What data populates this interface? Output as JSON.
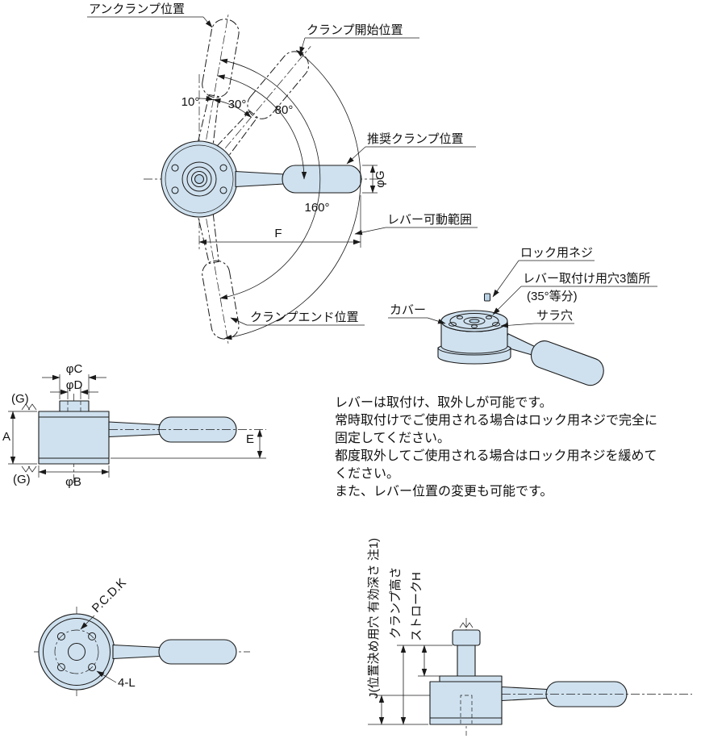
{
  "colors": {
    "part-fill": "#cfe1ef",
    "part-fill-dark": "#b8d1e5",
    "line": "#1a1a1a",
    "background": "#ffffff"
  },
  "main_view": {
    "labels": {
      "unclamp": "アンクランプ位置",
      "clamp_start": "クランプ開始位置",
      "recommended_clamp": "推奨クランプ位置",
      "lever_range": "レバー可動範囲",
      "clamp_end": "クランプエンド位置"
    },
    "angles": {
      "a10": "10°",
      "a30": "30°",
      "a80": "80°",
      "a160": "160°"
    },
    "dims": {
      "phi_g": "φG",
      "f": "F"
    }
  },
  "iso_view": {
    "labels": {
      "lock_screw": "ロック用ネジ",
      "mount_holes": "レバー取付け用穴3箇所",
      "division": "(35°等分)",
      "countersink": "サラ穴",
      "cover": "カバー"
    }
  },
  "side_view": {
    "dims": {
      "phi_c": "φC",
      "phi_d": "φD",
      "g_top": "(G)",
      "a": "A",
      "g_bottom": "(G)",
      "phi_b": "φB",
      "e": "E"
    }
  },
  "notes": {
    "lines": [
      "レバーは取付け、取外しが可能です。",
      "常時取付けでご使用される場合はロック用ネジで完全に",
      "固定してください。",
      "都度取外してご使用される場合はロック用ネジを緩めて",
      "ください。",
      "また、レバー位置の変更も可能です。"
    ]
  },
  "bottom_view": {
    "dims": {
      "pcd": "P.C.D.K",
      "holes": "4-L"
    }
  },
  "stroke_view": {
    "dims": {
      "j": "J(位置決め用穴 有効深さ 注1)",
      "clamp_height": "クランプ高さ",
      "stroke": "ストロークH"
    }
  }
}
